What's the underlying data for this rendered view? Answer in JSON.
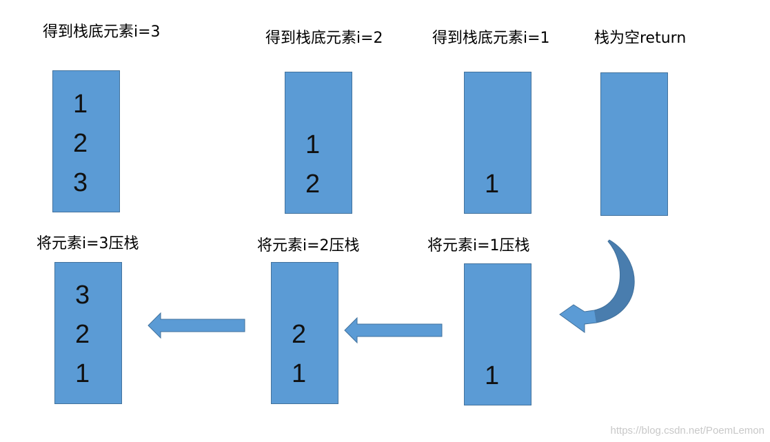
{
  "top_row": [
    {
      "label": "得到栈底元素i=3",
      "items": [
        "1",
        "2",
        "3"
      ]
    },
    {
      "label": "得到栈底元素i=2",
      "items": [
        "1",
        "2"
      ]
    },
    {
      "label": "得到栈底元素i=1",
      "items": [
        "1"
      ]
    },
    {
      "label": "栈为空return",
      "items": []
    }
  ],
  "bottom_row": [
    {
      "label": "将元素i=3压栈",
      "items": [
        "3",
        "2",
        "1"
      ]
    },
    {
      "label": "将元素i=2压栈",
      "items": [
        "2",
        "1"
      ]
    },
    {
      "label": "将元素i=1压栈",
      "items": [
        "1"
      ]
    }
  ],
  "colors": {
    "stack_fill": "#5b9bd5",
    "stack_border": "#41719c",
    "arrow": "#5b9bd5"
  },
  "watermark": "https://blog.csdn.net/PoemLemon"
}
